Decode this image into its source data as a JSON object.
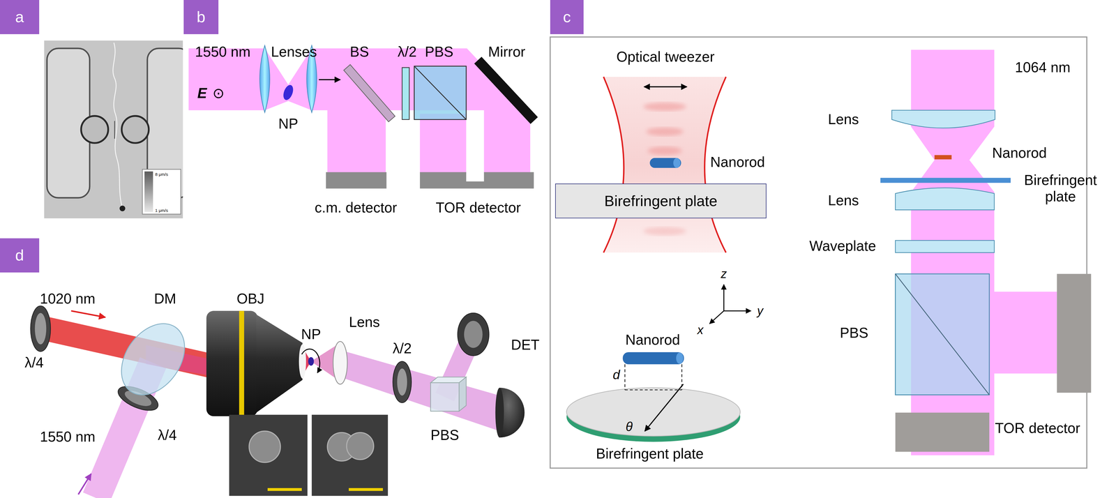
{
  "diagram": {
    "nodes": [
      {
        "text": [
          "a"
        ]
      },
      {
        "text": [
          "b"
        ]
      },
      {
        "text": [
          "c"
        ]
      },
      {
        "text": [
          "Birefringent plate"
        ]
      },
      {
        "text": [
          "d"
        ]
      }
    ],
    "labels": [
      "8 μm/s",
      "1 μm/s",
      "1550 nm",
      "Lenses",
      "E",
      "⊙",
      "NP",
      "BS",
      "λ/2",
      "PBS",
      "Mirror",
      "c.m. detector",
      "TOR detector",
      "Optical tweezer",
      "Nanorod",
      "z",
      "x",
      "y",
      "Nanorod",
      "d",
      "θ",
      "Birefringent plate",
      "1064 nm",
      "Lens",
      "Nanorod",
      "Birefringent plate",
      "Lens",
      "Waveplate",
      "PBS",
      "TOR detector",
      "1020 nm",
      "λ/4",
      "DM",
      "OBJ",
      "NP",
      "Lens",
      "λ/2",
      "DET",
      "λ/4",
      "1550 nm",
      "PBS"
    ]
  }
}
